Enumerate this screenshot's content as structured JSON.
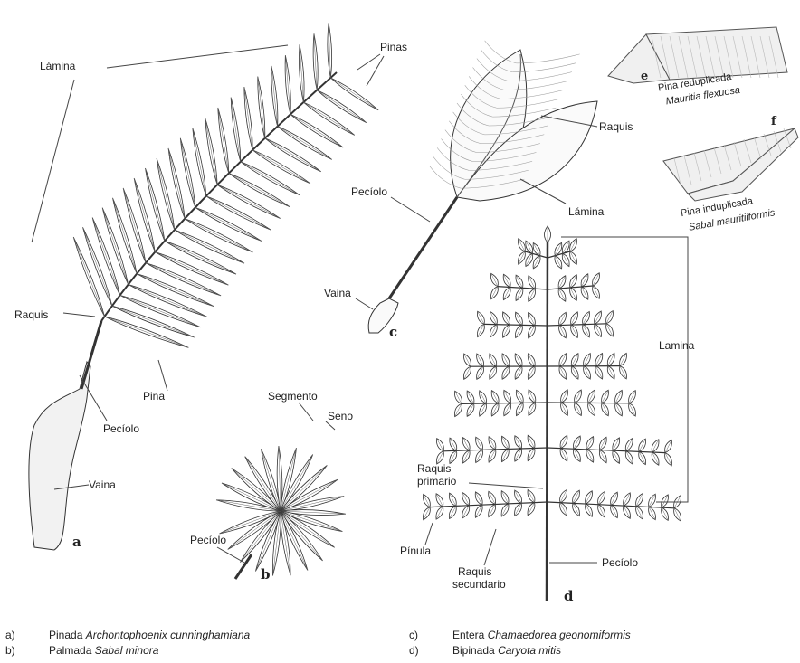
{
  "labels": {
    "a_lamina": "Lámina",
    "a_pinas": "Pinas",
    "a_raquis": "Raquis",
    "a_pina": "Pina",
    "a_peciolo": "Pecíolo",
    "a_vaina": "Vaina",
    "a_letter": "a",
    "b_segmento": "Segmento",
    "b_seno": "Seno",
    "b_peciolo": "Pecíolo",
    "b_letter": "b",
    "c_raquis": "Raquis",
    "c_lamina": "Lámina",
    "c_peciolo": "Pecíolo",
    "c_vaina": "Vaina",
    "c_letter": "c",
    "d_lamina": "Lamina",
    "d_raquis_primario_1": "Raquis",
    "d_raquis_primario_2": "primario",
    "d_pinula": "Pínula",
    "d_raquis_secundario_1": "Raquis",
    "d_raquis_secundario_2": "secundario",
    "d_peciolo": "Pecíolo",
    "d_letter": "d",
    "e_letter": "e",
    "e_name": "Pina reduplicada",
    "e_species": "Mauritia flexuosa",
    "f_letter": "f",
    "f_name": "Pina induplicada",
    "f_species": "Sabal mauritiiformis"
  },
  "captions": [
    {
      "key": "a)",
      "type": "Pinada",
      "species": "Archontophoenix cunninghamiana"
    },
    {
      "key": "b)",
      "type": "Palmada",
      "species": "Sabal minora"
    },
    {
      "key": "c)",
      "type": "Entera",
      "species": "Chamaedorea geonomiformis"
    },
    {
      "key": "d)",
      "type": "Bipinada",
      "species": "Caryota mitis"
    }
  ]
}
